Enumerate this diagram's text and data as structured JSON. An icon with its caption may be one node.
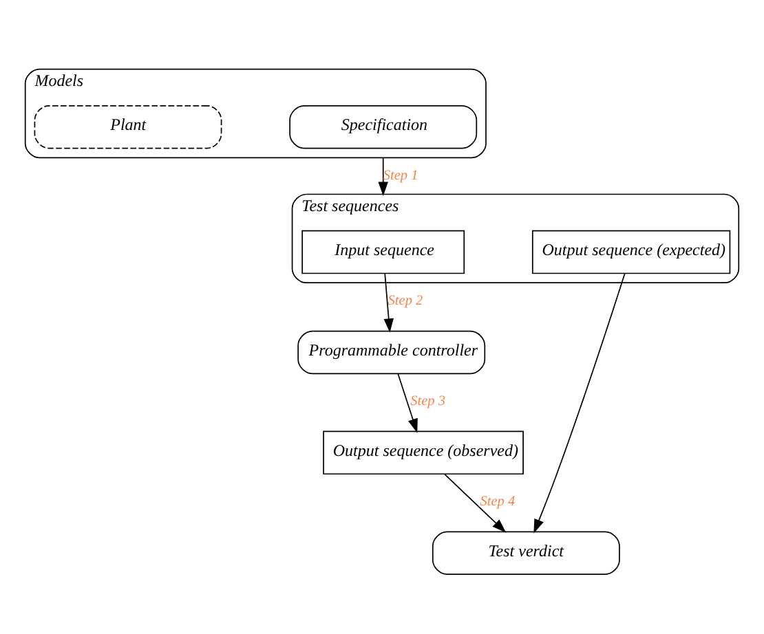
{
  "diagram": {
    "nodes": [
      {
        "text": [
          "Models"
        ]
      },
      {
        "text": [
          "Specification"
        ],
        "in": 0
      },
      {
        "text": [
          "Plant"
        ],
        "in": 0
      },
      {
        "text": [
          "Test sequences"
        ]
      },
      {
        "text": [
          "Input sequence"
        ],
        "in": 3
      },
      {
        "text": [
          "Output sequence (expected)"
        ],
        "in": 3
      },
      {
        "text": [
          "Programmable controller"
        ]
      },
      {
        "text": [
          "Output sequence (observed)"
        ]
      },
      {
        "text": [
          "Test verdict"
        ]
      }
    ],
    "edges": [
      {
        "from": 0,
        "to": 3,
        "arrow": "to",
        "label": "Step 1"
      },
      {
        "from": 4,
        "to": 6,
        "arrow": "to",
        "label": "Step 2"
      },
      {
        "from": 6,
        "to": 7,
        "arrow": "to",
        "label": "Step 3"
      },
      {
        "from": 5,
        "to": 8,
        "arrow": "to"
      },
      {
        "from": 7,
        "to": 8,
        "arrow": "to",
        "label": "Step 4"
      }
    ]
  }
}
